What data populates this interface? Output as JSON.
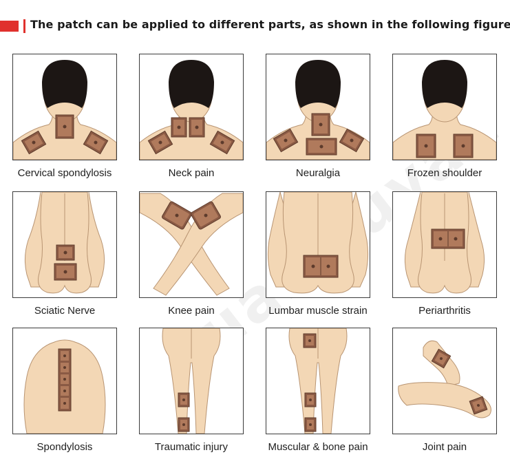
{
  "header": {
    "title": "The patch can be applied to different parts, as shown in the following figure:"
  },
  "colors": {
    "accent": "#e0312d",
    "skin": "#f3d7b5",
    "outline": "#b89472",
    "hair": "#1c1614",
    "patch": "#8a5a44"
  },
  "watermark": "xuanwuyan",
  "items": [
    {
      "label": "Cervical spondylosis",
      "icon": "cervical-spondylosis-illustration"
    },
    {
      "label": "Neck pain",
      "icon": "neck-pain-illustration"
    },
    {
      "label": "Neuralgia",
      "icon": "neuralgia-illustration"
    },
    {
      "label": "Frozen shoulder",
      "icon": "frozen-shoulder-illustration"
    },
    {
      "label": "Sciatic Nerve",
      "icon": "sciatic-nerve-illustration"
    },
    {
      "label": "Knee pain",
      "icon": "knee-pain-illustration"
    },
    {
      "label": "Lumbar muscle strain",
      "icon": "lumbar-muscle-strain-illustration"
    },
    {
      "label": "Periarthritis",
      "icon": "periarthritis-illustration"
    },
    {
      "label": "Spondylosis",
      "icon": "spondylosis-illustration"
    },
    {
      "label": "Traumatic injury",
      "icon": "traumatic-injury-illustration"
    },
    {
      "label": "Muscular & bone pain",
      "icon": "muscular-bone-pain-illustration"
    },
    {
      "label": "Joint pain",
      "icon": "joint-pain-illustration"
    }
  ]
}
